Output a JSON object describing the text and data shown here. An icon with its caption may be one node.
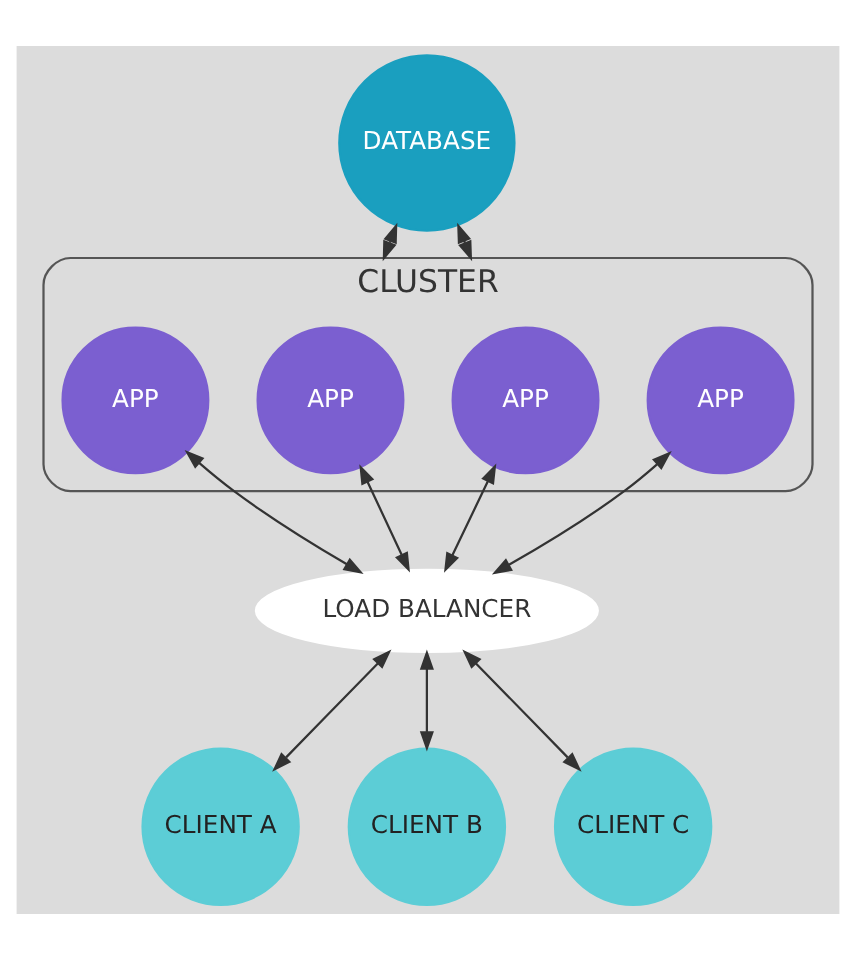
{
  "diagram": {
    "nodes": [
      {
        "text": [
          "DATABASE"
        ]
      },
      {
        "text": [
          "CLUSTER"
        ]
      },
      {
        "text": [
          "APP"
        ],
        "in": 1
      },
      {
        "text": [
          "APP"
        ],
        "in": 1
      },
      {
        "text": [
          "APP"
        ],
        "in": 1
      },
      {
        "text": [
          "APP"
        ],
        "in": 1
      },
      {
        "text": [
          "LOAD BALANCER"
        ]
      },
      {
        "text": [
          "CLIENT A"
        ]
      },
      {
        "text": [
          "CLIENT B"
        ]
      },
      {
        "text": [
          "CLIENT C"
        ]
      }
    ],
    "edges": [
      {
        "from": 0,
        "to": 1,
        "arrow": "both"
      },
      {
        "from": 0,
        "to": 1,
        "arrow": "both"
      },
      {
        "from": 2,
        "to": 6,
        "arrow": "both"
      },
      {
        "from": 3,
        "to": 6,
        "arrow": "both"
      },
      {
        "from": 4,
        "to": 6,
        "arrow": "both"
      },
      {
        "from": 5,
        "to": 6,
        "arrow": "both"
      },
      {
        "from": 6,
        "to": 7,
        "arrow": "both"
      },
      {
        "from": 6,
        "to": 8,
        "arrow": "both"
      },
      {
        "from": 6,
        "to": 9,
        "arrow": "both"
      }
    ]
  }
}
